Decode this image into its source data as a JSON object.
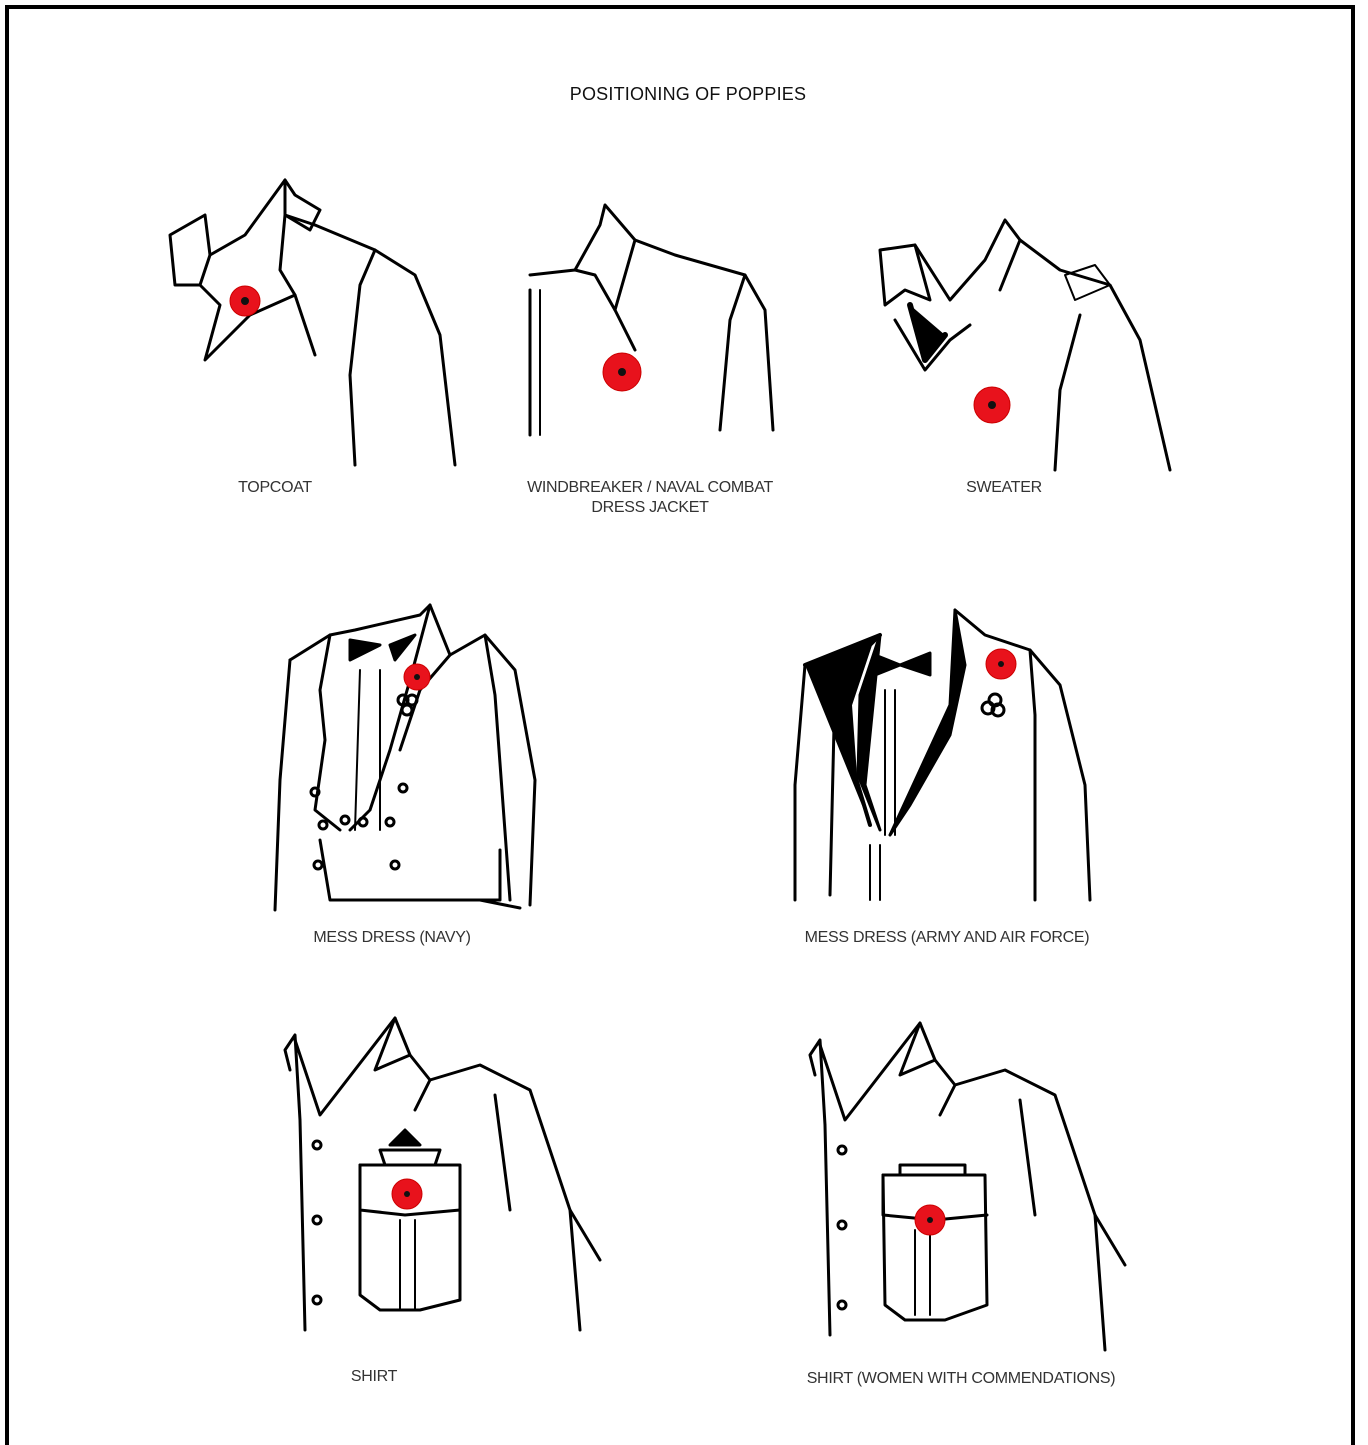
{
  "title": "POSITIONING OF POPPIES",
  "colors": {
    "poppy": "#e8121c",
    "poppy_center": "#111111",
    "line": "#000000"
  },
  "items": [
    {
      "caption": "TOPCOAT"
    },
    {
      "caption_line1": "WINDBREAKER / NAVAL COMBAT",
      "caption_line2": "DRESS JACKET"
    },
    {
      "caption": "SWEATER"
    },
    {
      "caption": "MESS DRESS (NAVY)"
    },
    {
      "caption": "MESS DRESS (ARMY AND AIR FORCE)"
    },
    {
      "caption": "SHIRT"
    },
    {
      "caption": "SHIRT (WOMEN WITH COMMENDATIONS)"
    }
  ]
}
